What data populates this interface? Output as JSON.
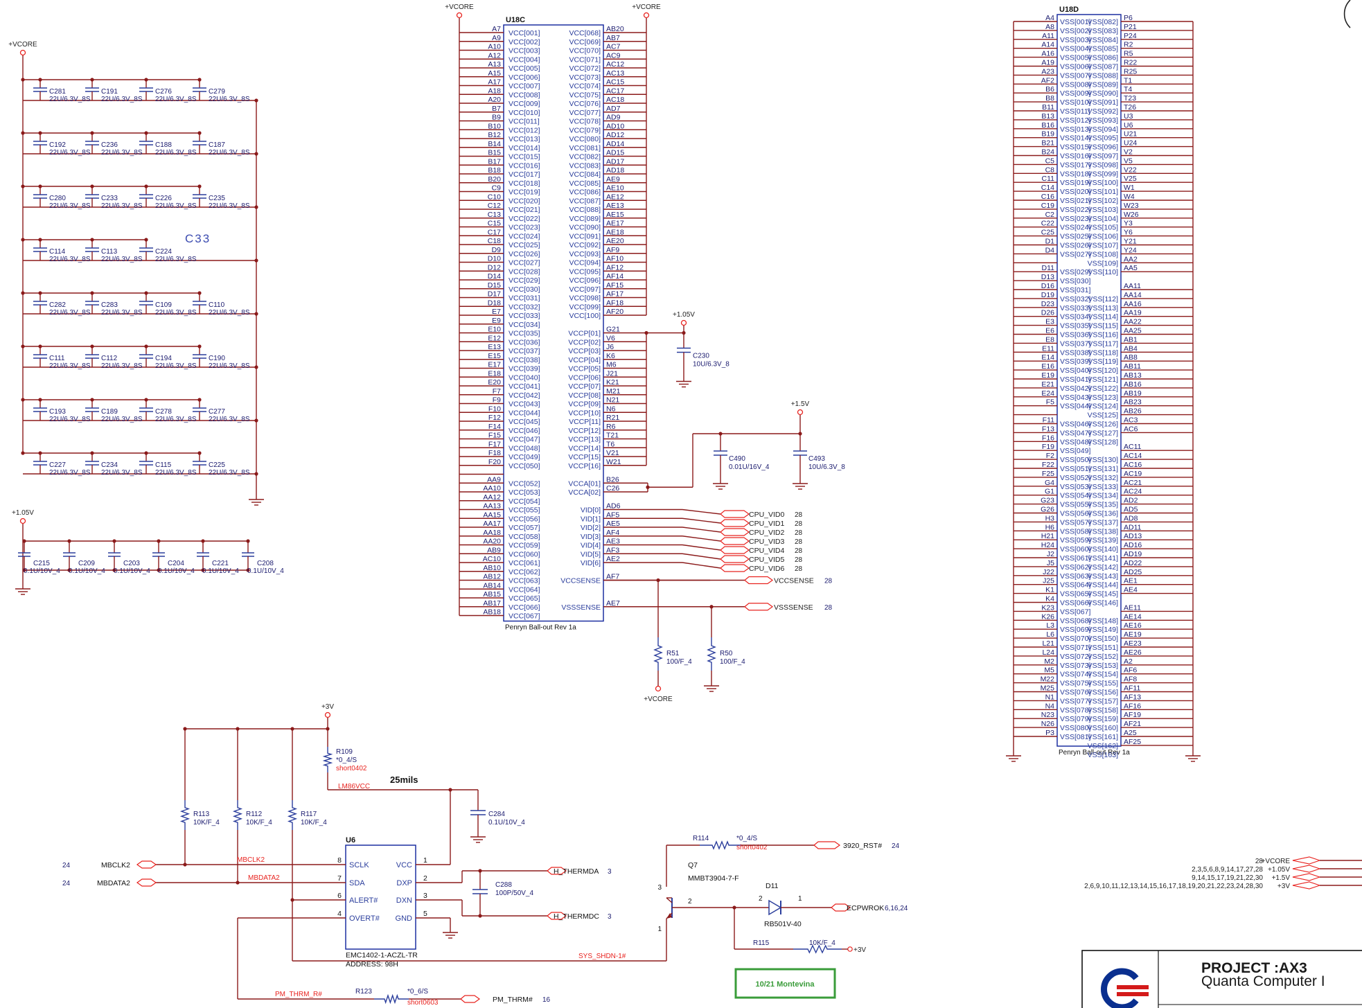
{
  "colors": {
    "wire": "#8b1a1a",
    "chip": "#1c2fa0",
    "pin": "#2a3d9c",
    "label": "#1a1a6e",
    "red": "#e8231f",
    "green": "#3a9c3a",
    "title": "#1a1a1a"
  },
  "rails": {
    "vcore": "+VCORE",
    "v105": "+1.05V",
    "v15": "+1.5V",
    "v3": "+3V"
  },
  "cap_bank": {
    "rows": [
      [
        [
          "C281",
          "22U/6.3V_8S"
        ],
        [
          "C191",
          "22U/6.3V_8S"
        ],
        [
          "C276",
          "22U/6.3V_8S"
        ],
        [
          "C279",
          "22U/6.3V_8S"
        ]
      ],
      [
        [
          "C192",
          "22U/6.3V_8S"
        ],
        [
          "C236",
          "22U/6.3V_8S"
        ],
        [
          "C188",
          "22U/6.3V_8S"
        ],
        [
          "C187",
          "22U/6.3V_8S"
        ]
      ],
      [
        [
          "C280",
          "22U/6.3V_8S"
        ],
        [
          "C233",
          "22U/6.3V_8S"
        ],
        [
          "C226",
          "22U/6.3V_8S"
        ],
        [
          "C235",
          "22U/6.3V_8S"
        ]
      ],
      [
        [
          "C114",
          "22U/6.3V_8S"
        ],
        [
          "C113",
          "22U/6.3V_8S"
        ],
        [
          "C224",
          "22U/6.3V_8S"
        ]
      ],
      [
        [
          "C282",
          "22U/6.3V_8S"
        ],
        [
          "C283",
          "22U/6.3V_8S"
        ],
        [
          "C109",
          "22U/6.3V_8S"
        ],
        [
          "C110",
          "22U/6.3V_8S"
        ]
      ],
      [
        [
          "C111",
          "22U/6.3V_8S"
        ],
        [
          "C112",
          "22U/6.3V_8S"
        ],
        [
          "C194",
          "22U/6.3V_8S"
        ],
        [
          "C190",
          "22U/6.3V_8S"
        ]
      ],
      [
        [
          "C193",
          "22U/6.3V_8S"
        ],
        [
          "C189",
          "22U/6.3V_8S"
        ],
        [
          "C278",
          "22U/6.3V_8S"
        ],
        [
          "C277",
          "22U/6.3V_8S"
        ]
      ],
      [
        [
          "C227",
          "22U/6.3V_8S"
        ],
        [
          "C234",
          "22U/6.3V_8S"
        ],
        [
          "C115",
          "22U/6.3V_8S"
        ],
        [
          "C225",
          "22U/6.3V_8S"
        ]
      ]
    ],
    "annotation": "C33",
    "small_caps": [
      [
        "C215",
        "0.1U/10V_4"
      ],
      [
        "C209",
        "0.1U/10V_4"
      ],
      [
        "C203",
        "0.1U/10V_4"
      ],
      [
        "C204",
        "0.1U/10V_4"
      ],
      [
        "C221",
        "0.1U/10V_4"
      ],
      [
        "C208",
        "0.1U/10V_4"
      ]
    ]
  },
  "u18c": {
    "ref": "U18C",
    "footer": "Penryn Ball-out Rev 1a",
    "left_balls": [
      "A7",
      "A9",
      "A10",
      "A12",
      "A13",
      "A15",
      "A17",
      "A18",
      "A20",
      "B7",
      "B9",
      "B10",
      "B12",
      "B14",
      "B15",
      "B17",
      "B18",
      "B20",
      "C9",
      "C10",
      "C12",
      "C13",
      "C15",
      "C17",
      "C18",
      "D9",
      "D10",
      "D12",
      "D14",
      "D15",
      "D17",
      "D18",
      "E7",
      "E9",
      "E10",
      "E12",
      "E13",
      "E15",
      "E17",
      "E18",
      "E20",
      "F7",
      "F9",
      "F10",
      "F12",
      "F14",
      "F15",
      "F17",
      "F18",
      "F20",
      "",
      "AA9",
      "AA10",
      "AA12",
      "AA13",
      "AA15",
      "AA17",
      "AA18",
      "AA20",
      "AB9",
      "AC10",
      "AB10",
      "AB12",
      "AB14",
      "AB15",
      "AB17",
      "AB18"
    ],
    "left_names": [
      "VCC[001]",
      "VCC[002]",
      "VCC[003]",
      "VCC[004]",
      "VCC[005]",
      "VCC[006]",
      "VCC[007]",
      "VCC[008]",
      "VCC[009]",
      "VCC[010]",
      "VCC[011]",
      "VCC[012]",
      "VCC[013]",
      "VCC[014]",
      "VCC[015]",
      "VCC[016]",
      "VCC[017]",
      "VCC[018]",
      "VCC[019]",
      "VCC[020]",
      "VCC[021]",
      "VCC[022]",
      "VCC[023]",
      "VCC[024]",
      "VCC[025]",
      "VCC[026]",
      "VCC[027]",
      "VCC[028]",
      "VCC[029]",
      "VCC[030]",
      "VCC[031]",
      "VCC[032]",
      "VCC[033]",
      "VCC[034]",
      "VCC[035]",
      "VCC[036]",
      "VCC[037]",
      "VCC[038]",
      "VCC[039]",
      "VCC[040]",
      "VCC[041]",
      "VCC[042]",
      "VCC[043]",
      "VCC[044]",
      "VCC[045]",
      "VCC[046]",
      "VCC[047]",
      "VCC[048]",
      "VCC[049]",
      "VCC[050]",
      "",
      "VCC[052]",
      "VCC[053]",
      "VCC[054]",
      "VCC[055]",
      "VCC[056]",
      "VCC[057]",
      "VCC[058]",
      "VCC[059]",
      "VCC[060]",
      "VCC[061]",
      "VCC[062]",
      "VCC[063]",
      "VCC[064]",
      "VCC[065]",
      "VCC[066]",
      "VCC[067]"
    ],
    "right_names": [
      "VCC[068]",
      "VCC[069]",
      "VCC[070]",
      "VCC[071]",
      "VCC[072]",
      "VCC[073]",
      "VCC[074]",
      "VCC[075]",
      "VCC[076]",
      "VCC[077]",
      "VCC[078]",
      "VCC[079]",
      "VCC[080]",
      "VCC[081]",
      "VCC[082]",
      "VCC[083]",
      "VCC[084]",
      "VCC[085]",
      "VCC[086]",
      "VCC[087]",
      "VCC[088]",
      "VCC[089]",
      "VCC[090]",
      "VCC[091]",
      "VCC[092]",
      "VCC[093]",
      "VCC[094]",
      "VCC[095]",
      "VCC[096]",
      "VCC[097]",
      "VCC[098]",
      "VCC[099]",
      "VCC[100]",
      "",
      "VCCP[01]",
      "VCCP[02]",
      "VCCP[03]",
      "VCCP[04]",
      "VCCP[05]",
      "VCCP[06]",
      "VCCP[07]",
      "VCCP[08]",
      "VCCP[09]",
      "VCCP[10]",
      "VCCP[11]",
      "VCCP[12]",
      "VCCP[13]",
      "VCCP[14]",
      "VCCP[15]",
      "VCCP[16]",
      "",
      "VCCA[01]",
      "VCCA[02]",
      "",
      "VID[0]",
      "VID[1]",
      "VID[2]",
      "VID[3]",
      "VID[4]",
      "VID[5]",
      "VID[6]",
      "",
      "VCCSENSE",
      "",
      "",
      "VSSSENSE"
    ],
    "right_balls": [
      "AB20",
      "AB7",
      "AC7",
      "AC9",
      "AC12",
      "AC13",
      "AC15",
      "AC17",
      "AC18",
      "AD7",
      "AD9",
      "AD10",
      "AD12",
      "AD14",
      "AD15",
      "AD17",
      "AD18",
      "AE9",
      "AE10",
      "AE12",
      "AE13",
      "AE15",
      "AE17",
      "AE18",
      "AE20",
      "AF9",
      "AF10",
      "AF12",
      "AF14",
      "AF15",
      "AF17",
      "AF18",
      "AF20",
      "",
      "G21",
      "V6",
      "J6",
      "K6",
      "M6",
      "J21",
      "K21",
      "M21",
      "N21",
      "N6",
      "R21",
      "R6",
      "T21",
      "T6",
      "V21",
      "W21",
      "",
      "B26",
      "C26",
      "",
      "AD6",
      "AF5",
      "AE5",
      "AF4",
      "AE3",
      "AF3",
      "AE2",
      "",
      "AF7",
      "",
      "",
      "AE7"
    ]
  },
  "u18c_parts": {
    "c230": [
      "C230",
      "10U/6.3V_8"
    ],
    "c490": [
      "C490",
      "0.01U/16V_4"
    ],
    "c493": [
      "C493",
      "10U/6.3V_8"
    ],
    "r51": [
      "R51",
      "100/F_4"
    ],
    "r50": [
      "R50",
      "100/F_4"
    ],
    "vid_nets": [
      "CPU_VID0",
      "CPU_VID1",
      "CPU_VID2",
      "CPU_VID3",
      "CPU_VID4",
      "CPU_VID5",
      "CPU_VID6"
    ],
    "vid_page": "28",
    "vccsense": "VCCSENSE",
    "vsssense": "VSSSENSE",
    "sense_page": "28"
  },
  "u18d": {
    "ref": "U18D",
    "footer": "Penryn Ball-out Rev 1a",
    "left_balls": [
      "A4",
      "A8",
      "A11",
      "A14",
      "A16",
      "A19",
      "A23",
      "AF2",
      "B6",
      "B8",
      "B11",
      "B13",
      "B16",
      "B19",
      "B21",
      "B24",
      "C5",
      "C8",
      "C11",
      "C14",
      "C16",
      "C19",
      "C2",
      "C22",
      "C25",
      "D1",
      "D4",
      "",
      "D11",
      "D13",
      "D16",
      "D19",
      "D23",
      "D26",
      "E3",
      "E6",
      "E8",
      "E11",
      "E14",
      "E16",
      "E19",
      "E21",
      "E24",
      "F5",
      "",
      "F11",
      "F13",
      "F16",
      "F19",
      "F2",
      "F22",
      "F25",
      "G4",
      "G1",
      "G23",
      "G26",
      "H3",
      "H6",
      "H21",
      "H24",
      "J2",
      "J5",
      "J22",
      "J25",
      "K1",
      "K4",
      "K23",
      "K26",
      "L3",
      "L6",
      "L21",
      "L24",
      "M2",
      "M5",
      "M22",
      "M25",
      "N1",
      "N4",
      "N23",
      "N26",
      "P3"
    ],
    "left_names": [
      "VSS[001]",
      "VSS[002]",
      "VSS[003]",
      "VSS[004]",
      "VSS[005]",
      "VSS[006]",
      "VSS[007]",
      "VSS[008]",
      "VSS[009]",
      "VSS[010]",
      "VSS[011]",
      "VSS[012]",
      "VSS[013]",
      "VSS[014]",
      "VSS[015]",
      "VSS[016]",
      "VSS[017]",
      "VSS[018]",
      "VSS[019]",
      "VSS[020]",
      "VSS[021]",
      "VSS[022]",
      "VSS[023]",
      "VSS[024]",
      "VSS[025]",
      "VSS[026]",
      "VSS[027]",
      "",
      "VSS[029]",
      "VSS[030]",
      "VSS[031]",
      "VSS[032]",
      "VSS[033]",
      "VSS[034]",
      "VSS[035]",
      "VSS[036]",
      "VSS[037]",
      "VSS[038]",
      "VSS[039]",
      "VSS[040]",
      "VSS[041]",
      "VSS[042]",
      "VSS[043]",
      "VSS[044]",
      "",
      "VSS[046]",
      "VSS[047]",
      "VSS[048]",
      "VSS[049]",
      "VSS[050]",
      "VSS[051]",
      "VSS[052]",
      "VSS[053]",
      "VSS[054]",
      "VSS[055]",
      "VSS[056]",
      "VSS[057]",
      "VSS[058]",
      "VSS[059]",
      "VSS[060]",
      "VSS[061]",
      "VSS[062]",
      "VSS[063]",
      "VSS[064]",
      "VSS[065]",
      "VSS[066]",
      "VSS[067]",
      "VSS[068]",
      "VSS[069]",
      "VSS[070]",
      "VSS[071]",
      "VSS[072]",
      "VSS[073]",
      "VSS[074]",
      "VSS[075]",
      "VSS[076]",
      "VSS[077]",
      "VSS[078]",
      "VSS[079]",
      "VSS[080]",
      "VSS[081]"
    ],
    "right_names": [
      "VSS[082]",
      "VSS[083]",
      "VSS[084]",
      "VSS[085]",
      "VSS[086]",
      "VSS[087]",
      "VSS[088]",
      "VSS[089]",
      "VSS[090]",
      "VSS[091]",
      "VSS[092]",
      "VSS[093]",
      "VSS[094]",
      "VSS[095]",
      "VSS[096]",
      "VSS[097]",
      "VSS[098]",
      "VSS[099]",
      "VSS[100]",
      "VSS[101]",
      "VSS[102]",
      "VSS[103]",
      "VSS[104]",
      "VSS[105]",
      "VSS[106]",
      "VSS[107]",
      "VSS[108]",
      "VSS[109]",
      "VSS[110]",
      "",
      "",
      "VSS[112]",
      "VSS[113]",
      "VSS[114]",
      "VSS[115]",
      "VSS[116]",
      "VSS[117]",
      "VSS[118]",
      "VSS[119]",
      "VSS[120]",
      "VSS[121]",
      "VSS[122]",
      "VSS[123]",
      "VSS[124]",
      "VSS[125]",
      "VSS[126]",
      "VSS[127]",
      "VSS[128]",
      "",
      "VSS[130]",
      "VSS[131]",
      "VSS[132]",
      "VSS[133]",
      "VSS[134]",
      "VSS[135]",
      "VSS[136]",
      "VSS[137]",
      "VSS[138]",
      "VSS[139]",
      "VSS[140]",
      "VSS[141]",
      "VSS[142]",
      "VSS[143]",
      "VSS[144]",
      "VSS[145]",
      "VSS[146]",
      "",
      "VSS[148]",
      "VSS[149]",
      "VSS[150]",
      "VSS[151]",
      "VSS[152]",
      "VSS[153]",
      "VSS[154]",
      "VSS[155]",
      "VSS[156]",
      "VSS[157]",
      "VSS[158]",
      "VSS[159]",
      "VSS[160]",
      "VSS[161]",
      "VSS[162]",
      "VSS[163]"
    ],
    "right_balls": [
      "P6",
      "P21",
      "P24",
      "R2",
      "R5",
      "R22",
      "R25",
      "T1",
      "T4",
      "T23",
      "T26",
      "U3",
      "U6",
      "U21",
      "U24",
      "V2",
      "V5",
      "V22",
      "V25",
      "W1",
      "W4",
      "W23",
      "W26",
      "Y3",
      "Y6",
      "Y21",
      "Y24",
      "AA2",
      "AA5",
      "",
      "AA11",
      "AA14",
      "AA16",
      "AA19",
      "AA22",
      "AA25",
      "AB1",
      "AB4",
      "AB8",
      "AB11",
      "AB13",
      "AB16",
      "AB19",
      "AB23",
      "AB26",
      "AC3",
      "AC6",
      "",
      "AC11",
      "AC14",
      "AC16",
      "AC19",
      "AC21",
      "AC24",
      "AD2",
      "AD5",
      "AD8",
      "AD11",
      "AD13",
      "AD16",
      "AD19",
      "AD22",
      "AD25",
      "AE1",
      "AE4",
      "",
      "AE11",
      "AE14",
      "AE16",
      "AE19",
      "AE23",
      "AE26",
      "A2",
      "AF6",
      "AF8",
      "AF11",
      "AF13",
      "AF16",
      "AF19",
      "AF21",
      "A25",
      "AF25"
    ]
  },
  "thermal": {
    "u6_ref": "U6",
    "u6_part": "EMC1402-1-ACZL-TR",
    "u6_addr": "ADDRESS: 98H",
    "u6_left_pins": [
      [
        "8",
        "SCLK"
      ],
      [
        "7",
        "SDA"
      ],
      [
        "6",
        "ALERT#"
      ],
      [
        "4",
        "OVERT#"
      ]
    ],
    "u6_right_pins": [
      [
        "1",
        "VCC"
      ],
      [
        "2",
        "DXP"
      ],
      [
        "3",
        "DXN"
      ],
      [
        "5",
        "GND"
      ]
    ],
    "r109": [
      "R109",
      "*0_4/S",
      "short0402"
    ],
    "lm86": "LM86VCC",
    "width_note": "25mils",
    "c284": [
      "C284",
      "0.1U/10V_4"
    ],
    "c288": [
      "C288",
      "100P/50V_4"
    ],
    "r113": [
      "R113",
      "10K/F_4"
    ],
    "r112": [
      "R112",
      "10K/F_4"
    ],
    "r117": [
      "R117",
      "10K/F_4"
    ],
    "mbclk2": "MBCLK2",
    "mbdata2": "MBDATA2",
    "smb_page": "24",
    "h_thermda": "H_THERMDA",
    "h_thermdc": "H_THERMDC",
    "therm_page": "3",
    "r114": [
      "R114",
      "*0_4/S",
      "short0402"
    ],
    "rst": "3920_RST#",
    "rst_page": "24",
    "q7": [
      "Q7",
      "MMBT3904-7-F"
    ],
    "q7_pins": [
      "3",
      "2",
      "1"
    ],
    "d11": [
      "D11",
      "RB501V-40"
    ],
    "d11_pins": [
      "2",
      "1"
    ],
    "ecpwrok": "ECPWROK",
    "ecpwrok_pages": "6,16,24",
    "r115": [
      "R115",
      "10K/F_4"
    ],
    "sys_shdn": "SYS_SHDN-1#",
    "pm_thrm_r": "PM_THRM_R#",
    "r123": [
      "R123",
      "*0_6/S",
      "short0603"
    ],
    "pm_thrm": "PM_THRM#",
    "pm_page": "16",
    "note": "10/21 Montevina"
  },
  "legend": [
    [
      "28",
      "+VCORE"
    ],
    [
      "2,3,5,6,8,9,14,17,27,28",
      "+1.05V"
    ],
    [
      "9,14,15,17,19,21,22,30",
      "+1.5V"
    ],
    [
      "2,6,9,10,11,12,13,14,15,16,17,18,19,20,21,22,23,24,28,30",
      "+3V"
    ]
  ],
  "titleblock": {
    "project": "PROJECT :AX3",
    "company": "Quanta Computer I"
  }
}
